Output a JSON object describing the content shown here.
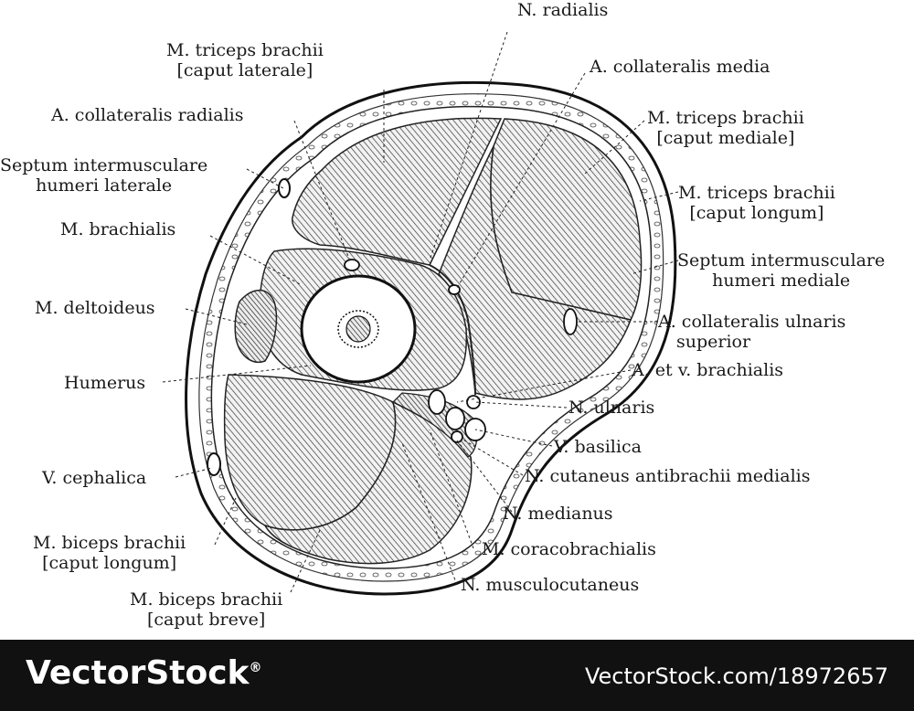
{
  "labels": {
    "n_radialis": "N. radialis",
    "triceps_lateral": [
      "M. triceps brachii",
      "[caput laterale]"
    ],
    "a_collateralis_media": "A. collateralis media",
    "a_collateralis_radialis": "A. collateralis radialis",
    "triceps_mediale": [
      "M. triceps brachii",
      "[caput mediale]"
    ],
    "septum_laterale": [
      "Septum intermusculare",
      "humeri laterale"
    ],
    "triceps_longum": [
      "M. triceps brachii",
      "[caput longum]"
    ],
    "m_brachialis": "M. brachialis",
    "septum_mediale": [
      "Septum intermusculare",
      "humeri mediale"
    ],
    "m_deltoideus": "M. deltoideus",
    "a_coll_ulnaris": [
      "A. collateralis ulnaris",
      "superior"
    ],
    "humerus": "Humerus",
    "a_v_brachialis": "A. et v. brachialis",
    "n_ulnaris": "N. ulnaris",
    "v_basilica": "V. basilica",
    "v_cephalica": "V. cephalica",
    "n_cutaneus": "N. cutaneus antibrachii medialis",
    "n_medianus": "N. medianus",
    "biceps_longum": [
      "M. biceps brachii",
      "[caput longum]"
    ],
    "m_coracobrachialis": "M. coracobrachialis",
    "n_musculocutaneus": "N. musculocutaneus",
    "biceps_breve": [
      "M. biceps brachii",
      "[caput breve]"
    ]
  },
  "footer": {
    "brand": "VectorStock",
    "registered": "®",
    "stock_id": "VectorStock.com/18972657"
  },
  "colors": {
    "ink": "#1a1a1a",
    "muscle_fill": "#c8c8c8",
    "footer_bg": "#111111",
    "footer_text": "#ffffff"
  }
}
